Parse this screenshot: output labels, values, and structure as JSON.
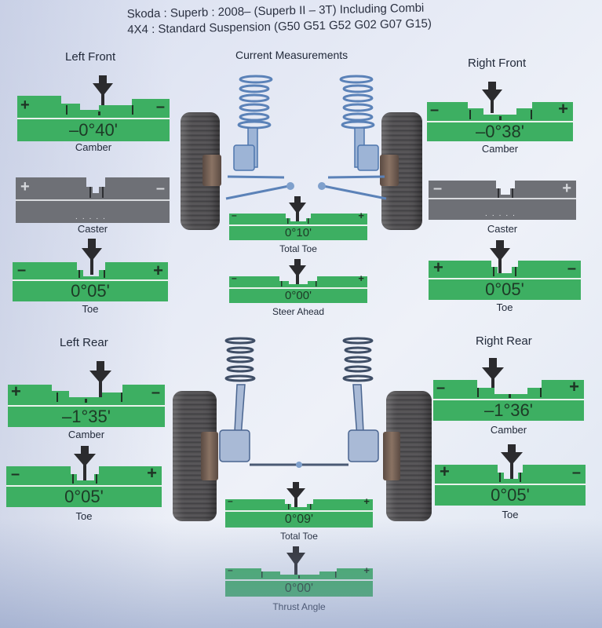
{
  "header": {
    "line1": "Skoda : Superb : 2008–   (Superb II – 3T) Including Combi",
    "line2": "4X4 : Standard Suspension (G50 G51 G52 G02 G07 G15)"
  },
  "center_title": "Current Measurements",
  "colors": {
    "gauge_green": "#3daf62",
    "gauge_grey": "#6e7076",
    "pointer": "#2b2b2e",
    "text": "#222a3a"
  },
  "front": {
    "left_title": "Left Front",
    "right_title": "Right Front",
    "left": {
      "camber": {
        "value": "–0°40'",
        "label": "Camber",
        "left_sign": "+",
        "right_sign": "–"
      },
      "caster": {
        "value": "",
        "label": "Caster",
        "left_sign": "+",
        "right_sign": "–",
        "state": "inactive"
      },
      "toe": {
        "value": "0°05'",
        "label": "Toe",
        "left_sign": "–",
        "right_sign": "+"
      }
    },
    "right": {
      "camber": {
        "value": "–0°38'",
        "label": "Camber",
        "left_sign": "–",
        "right_sign": "+"
      },
      "caster": {
        "value": "",
        "label": "Caster",
        "left_sign": "–",
        "right_sign": "+",
        "state": "inactive"
      },
      "toe": {
        "value": "0°05'",
        "label": "Toe",
        "left_sign": "+",
        "right_sign": "–"
      }
    },
    "total_toe": {
      "value": "0°10'",
      "label": "Total Toe",
      "left_sign": "–",
      "right_sign": "+"
    },
    "steer_ahead": {
      "value": "0°00'",
      "label": "Steer Ahead",
      "left_sign": "–",
      "right_sign": "+"
    }
  },
  "rear": {
    "left_title": "Left Rear",
    "right_title": "Right Rear",
    "left": {
      "camber": {
        "value": "–1°35'",
        "label": "Camber",
        "left_sign": "+",
        "right_sign": "–"
      },
      "toe": {
        "value": "0°05'",
        "label": "Toe",
        "left_sign": "–",
        "right_sign": "+"
      }
    },
    "right": {
      "camber": {
        "value": "–1°36'",
        "label": "Camber",
        "left_sign": "–",
        "right_sign": "+"
      },
      "toe": {
        "value": "0°05'",
        "label": "Toe",
        "left_sign": "+",
        "right_sign": "–"
      }
    },
    "total_toe": {
      "value": "0°09'",
      "label": "Total Toe",
      "left_sign": "–",
      "right_sign": "+"
    },
    "thrust_angle": {
      "value": "0°00'",
      "label": "Thrust Angle",
      "left_sign": "–",
      "right_sign": "+"
    }
  },
  "icons": {
    "pointer": "down-arrow-pointer-icon",
    "front_suspension": "front-suspension-illustration",
    "rear_suspension": "rear-suspension-illustration"
  }
}
